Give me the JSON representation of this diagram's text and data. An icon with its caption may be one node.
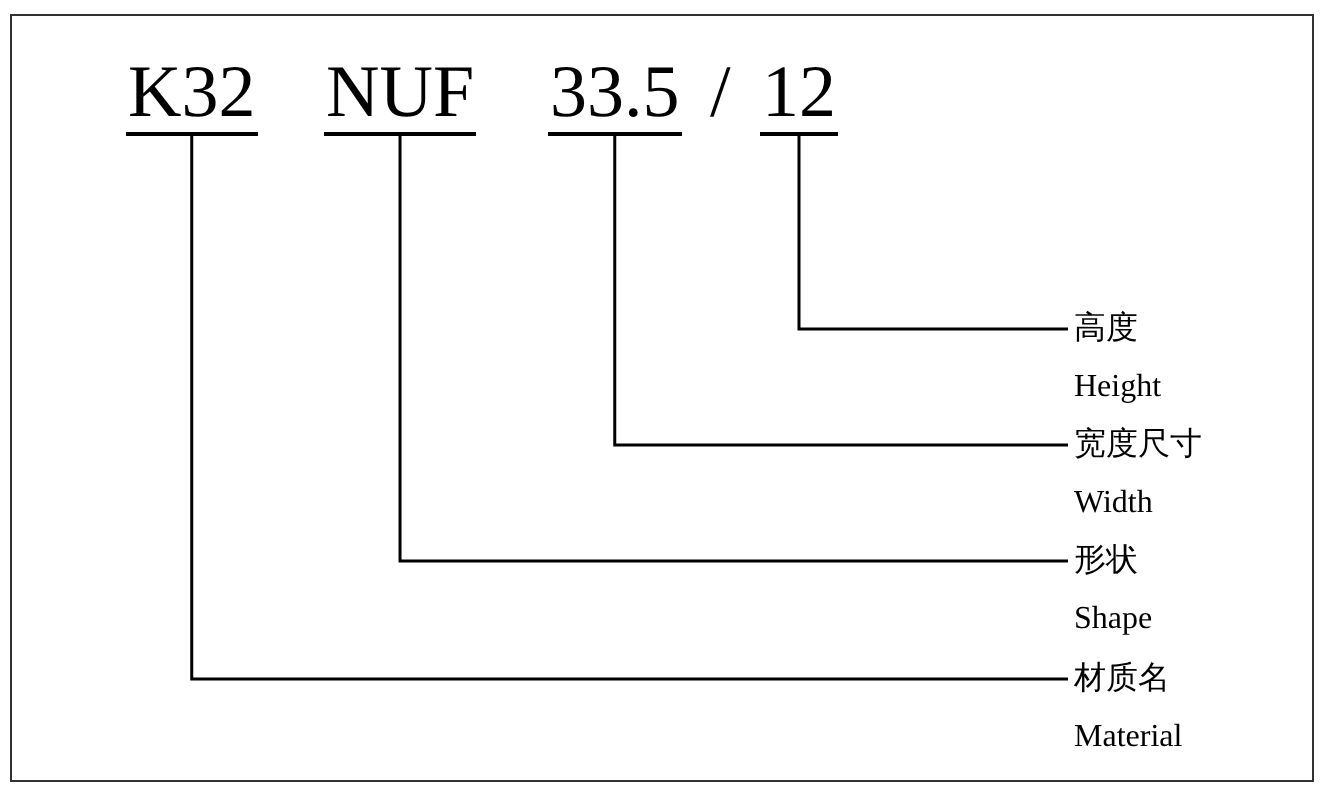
{
  "diagram": {
    "nodes": [
      {
        "text": [
          "K32"
        ]
      },
      {
        "text": [
          "NUF"
        ]
      },
      {
        "text": [
          "33.5"
        ]
      },
      {
        "text": [
          "12"
        ]
      },
      {
        "text": [
          "高度",
          "Height"
        ]
      },
      {
        "text": [
          "宽度尺寸",
          "Width"
        ]
      },
      {
        "text": [
          "形状",
          "Shape"
        ]
      },
      {
        "text": [
          "材质名",
          "Material"
        ]
      }
    ],
    "edges": [
      {
        "from": 3,
        "to": 4,
        "arrow": "none"
      },
      {
        "from": 2,
        "to": 5,
        "arrow": "none"
      },
      {
        "from": 1,
        "to": 6,
        "arrow": "none"
      },
      {
        "from": 0,
        "to": 7,
        "arrow": "none"
      }
    ],
    "labels": [
      "/"
    ]
  }
}
